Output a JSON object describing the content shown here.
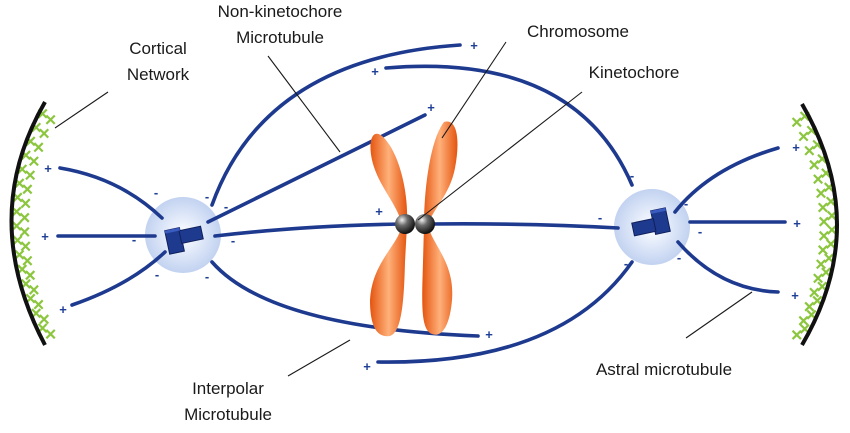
{
  "labels": {
    "non_kinetochore_line1": "Non-kinetochore",
    "non_kinetochore_line2": "Microtubule",
    "chromosome": "Chromosome",
    "kinetochore": "Kinetochore",
    "cortical_line1": "Cortical",
    "cortical_line2": "Network",
    "interpolar_line1": "Interpolar",
    "interpolar_line2": "Microtubule",
    "astral": "Astral microtubule"
  },
  "signs": {
    "plus": "+",
    "minus": "-"
  },
  "colors": {
    "microtubule": "#1e3a8f",
    "chromosome": "#f26a1b",
    "cortical_network": "#8cc63f",
    "centrosome_glow": "#c7d6f2",
    "cortex_line": "#111111"
  },
  "icons": {
    "centrosome": "centrosome-icon",
    "kinetochore": "kinetochore-icon",
    "chromosome": "chromosome-icon"
  }
}
